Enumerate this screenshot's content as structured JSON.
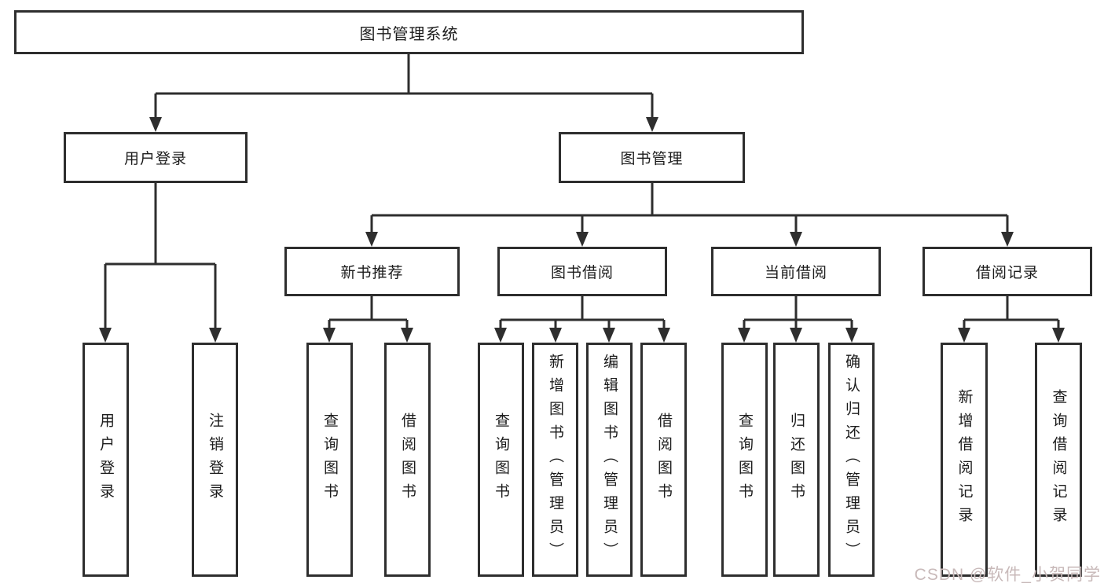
{
  "diagram": {
    "root": {
      "label": "图书管理系统"
    },
    "level2": [
      {
        "label": "用户登录",
        "children": [
          {
            "label": "用户登录"
          },
          {
            "label": "注销登录"
          }
        ]
      },
      {
        "label": "图书管理",
        "children": [
          {
            "label": "新书推荐",
            "children": [
              {
                "label": "查询图书"
              },
              {
                "label": "借阅图书"
              }
            ]
          },
          {
            "label": "图书借阅",
            "children": [
              {
                "label": "查询图书"
              },
              {
                "label": "新增图书（管理员）"
              },
              {
                "label": "编辑图书（管理员）"
              },
              {
                "label": "借阅图书"
              }
            ]
          },
          {
            "label": "当前借阅",
            "children": [
              {
                "label": "查询图书"
              },
              {
                "label": "归还图书"
              },
              {
                "label": "确认归还（管理员）"
              }
            ]
          },
          {
            "label": "借阅记录",
            "children": [
              {
                "label": "新增借阅记录"
              },
              {
                "label": "查询借阅记录"
              }
            ]
          }
        ]
      }
    ]
  },
  "watermark": {
    "text": "CSDN @软件_小贺同学"
  },
  "colors": {
    "line": "#2e2e2e",
    "box_border": "#2e2e2e",
    "box_fill": "#ffffff",
    "background": "#ffffff",
    "watermark": "#c8b9b9"
  }
}
